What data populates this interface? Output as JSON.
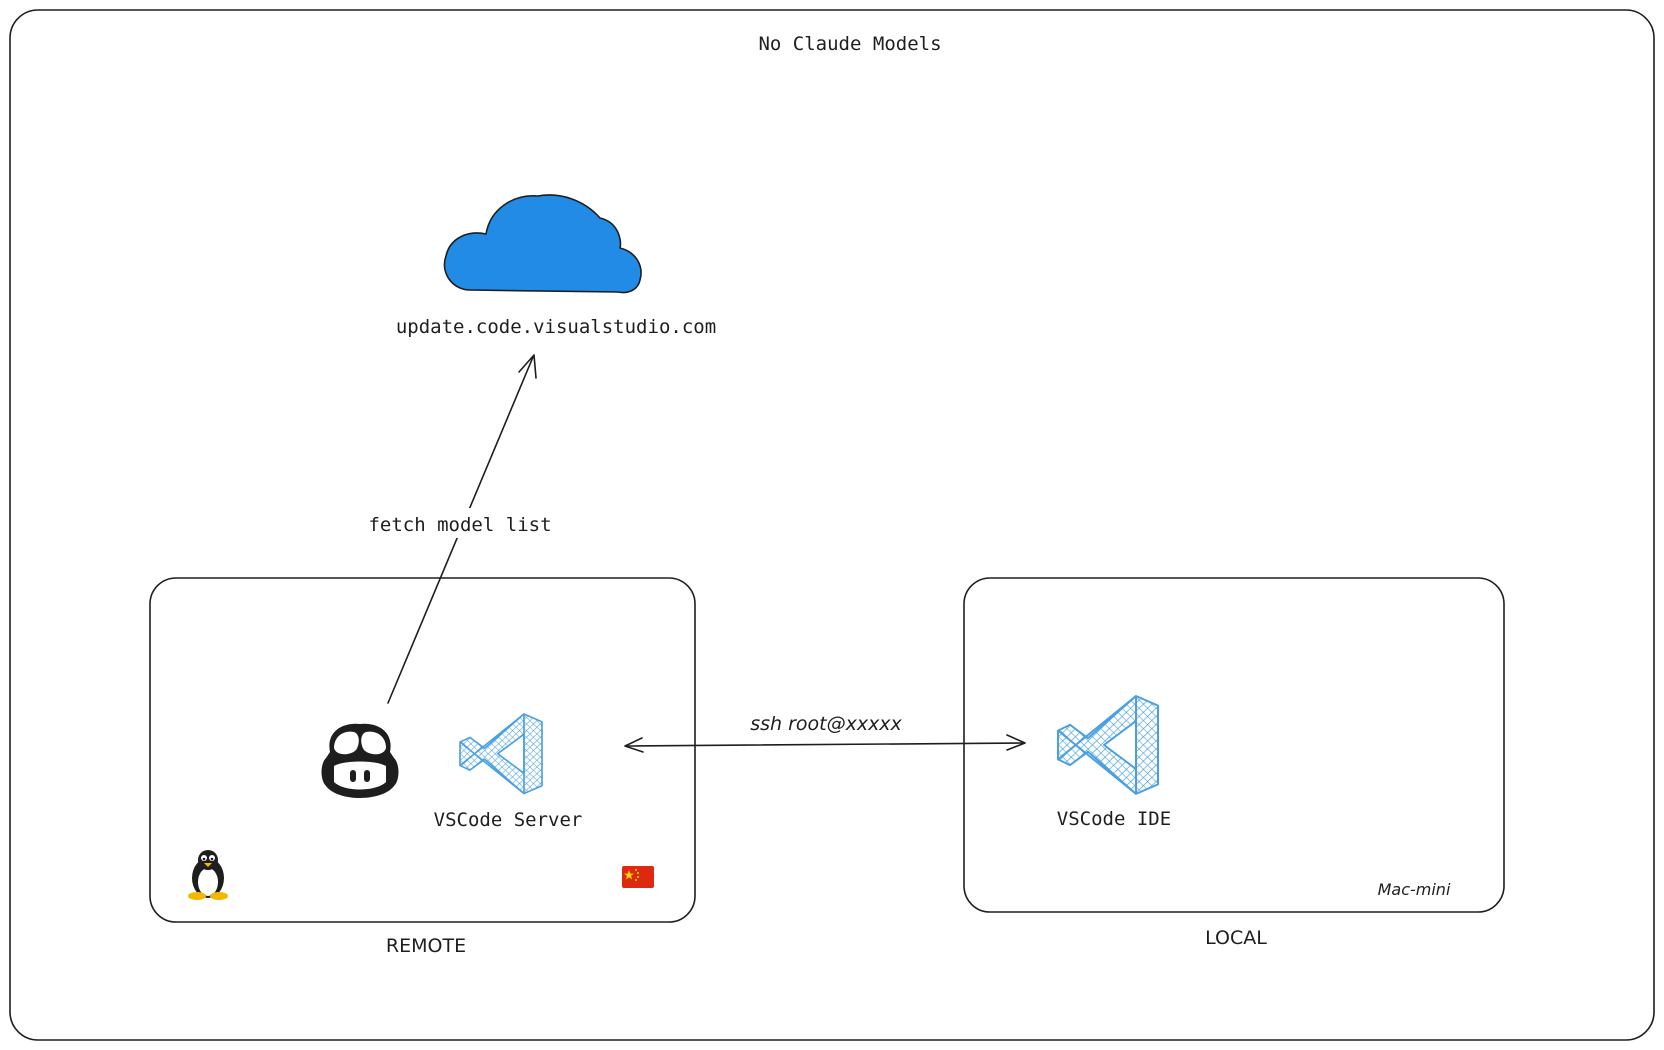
{
  "title": "No Claude Models",
  "cloud": {
    "host": "update.code.visualstudio.com",
    "color": "#228be6"
  },
  "remote": {
    "caption": "REMOTE",
    "server_label": "VSCode Server",
    "os_icon": "linux-tux-icon",
    "flag_icon": "china-flag-icon",
    "agent_icon": "github-copilot-icon"
  },
  "local": {
    "caption": "LOCAL",
    "ide_label": "VSCode IDE",
    "machine_label": "Mac-mini"
  },
  "edges": {
    "fetch_label": "fetch model list",
    "ssh_label": "ssh root@xxxxx"
  },
  "colors": {
    "vscode_blue": "#4a9fe0",
    "stroke": "#1e1e1e",
    "flag_red": "#de2910",
    "flag_yellow": "#ffde00"
  }
}
